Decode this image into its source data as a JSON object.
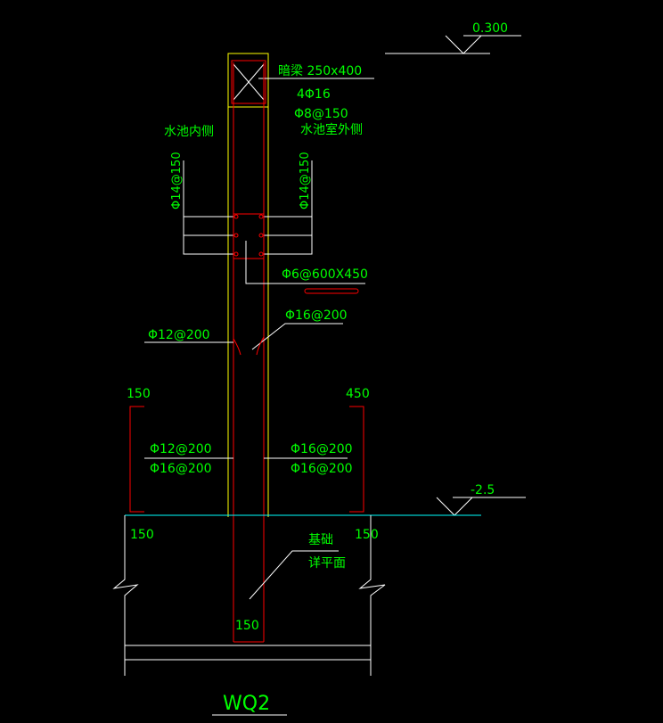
{
  "levels": {
    "top": "0.300",
    "bottom": "-2.5"
  },
  "beam": {
    "size_label": "暗梁 250x400",
    "main_bar": "4Φ16",
    "stirrup": "Φ8@150"
  },
  "sides": {
    "inner": "水池内侧",
    "outer": "水池室外侧"
  },
  "rebar": {
    "horiz_left": "Φ14@150",
    "horiz_right": "Φ14@150",
    "tie": "Φ6@600X450",
    "vert_right_upper": "Φ16@200",
    "vert_left_upper": "Φ12@200",
    "vert_left_lower_1": "Φ12@200",
    "vert_left_lower_2": "Φ16@200",
    "vert_right_lower_1": "Φ16@200",
    "vert_right_lower_2": "Φ16@200"
  },
  "dims": {
    "left_top": "150",
    "right_top": "450",
    "left_base": "150",
    "right_base": "150",
    "embed": "150"
  },
  "foundation": {
    "line1": "基础",
    "line2": "详平面"
  },
  "title": "WQ2",
  "colors": {
    "background": "#000000",
    "text": "#00ff00",
    "line": "#ffffff",
    "rebar": "#ff0000",
    "outline": "#ffff00",
    "ground": "#00ffff"
  }
}
